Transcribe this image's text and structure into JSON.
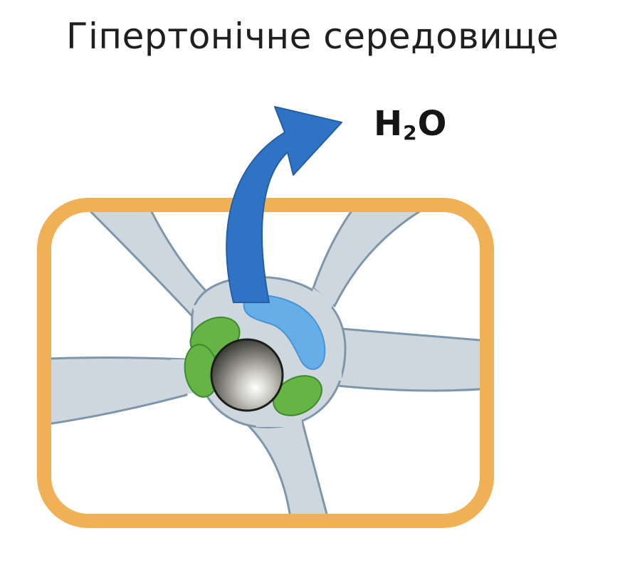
{
  "title": "Гіпертонічне середовище",
  "molecule": {
    "element": "H",
    "subscript": "2",
    "suffix": "O"
  },
  "colors": {
    "cell_wall": "#f0b055",
    "cytoplasm": "#cdd7dd",
    "membrane_outline": "#7d96ac",
    "vacuole": "#65aee8",
    "arrow": "#2f73c4",
    "chloroplast": "#66b446",
    "nucleus": "#7a7a72"
  },
  "icons": {
    "arrow": "water-outflow-arrow"
  }
}
